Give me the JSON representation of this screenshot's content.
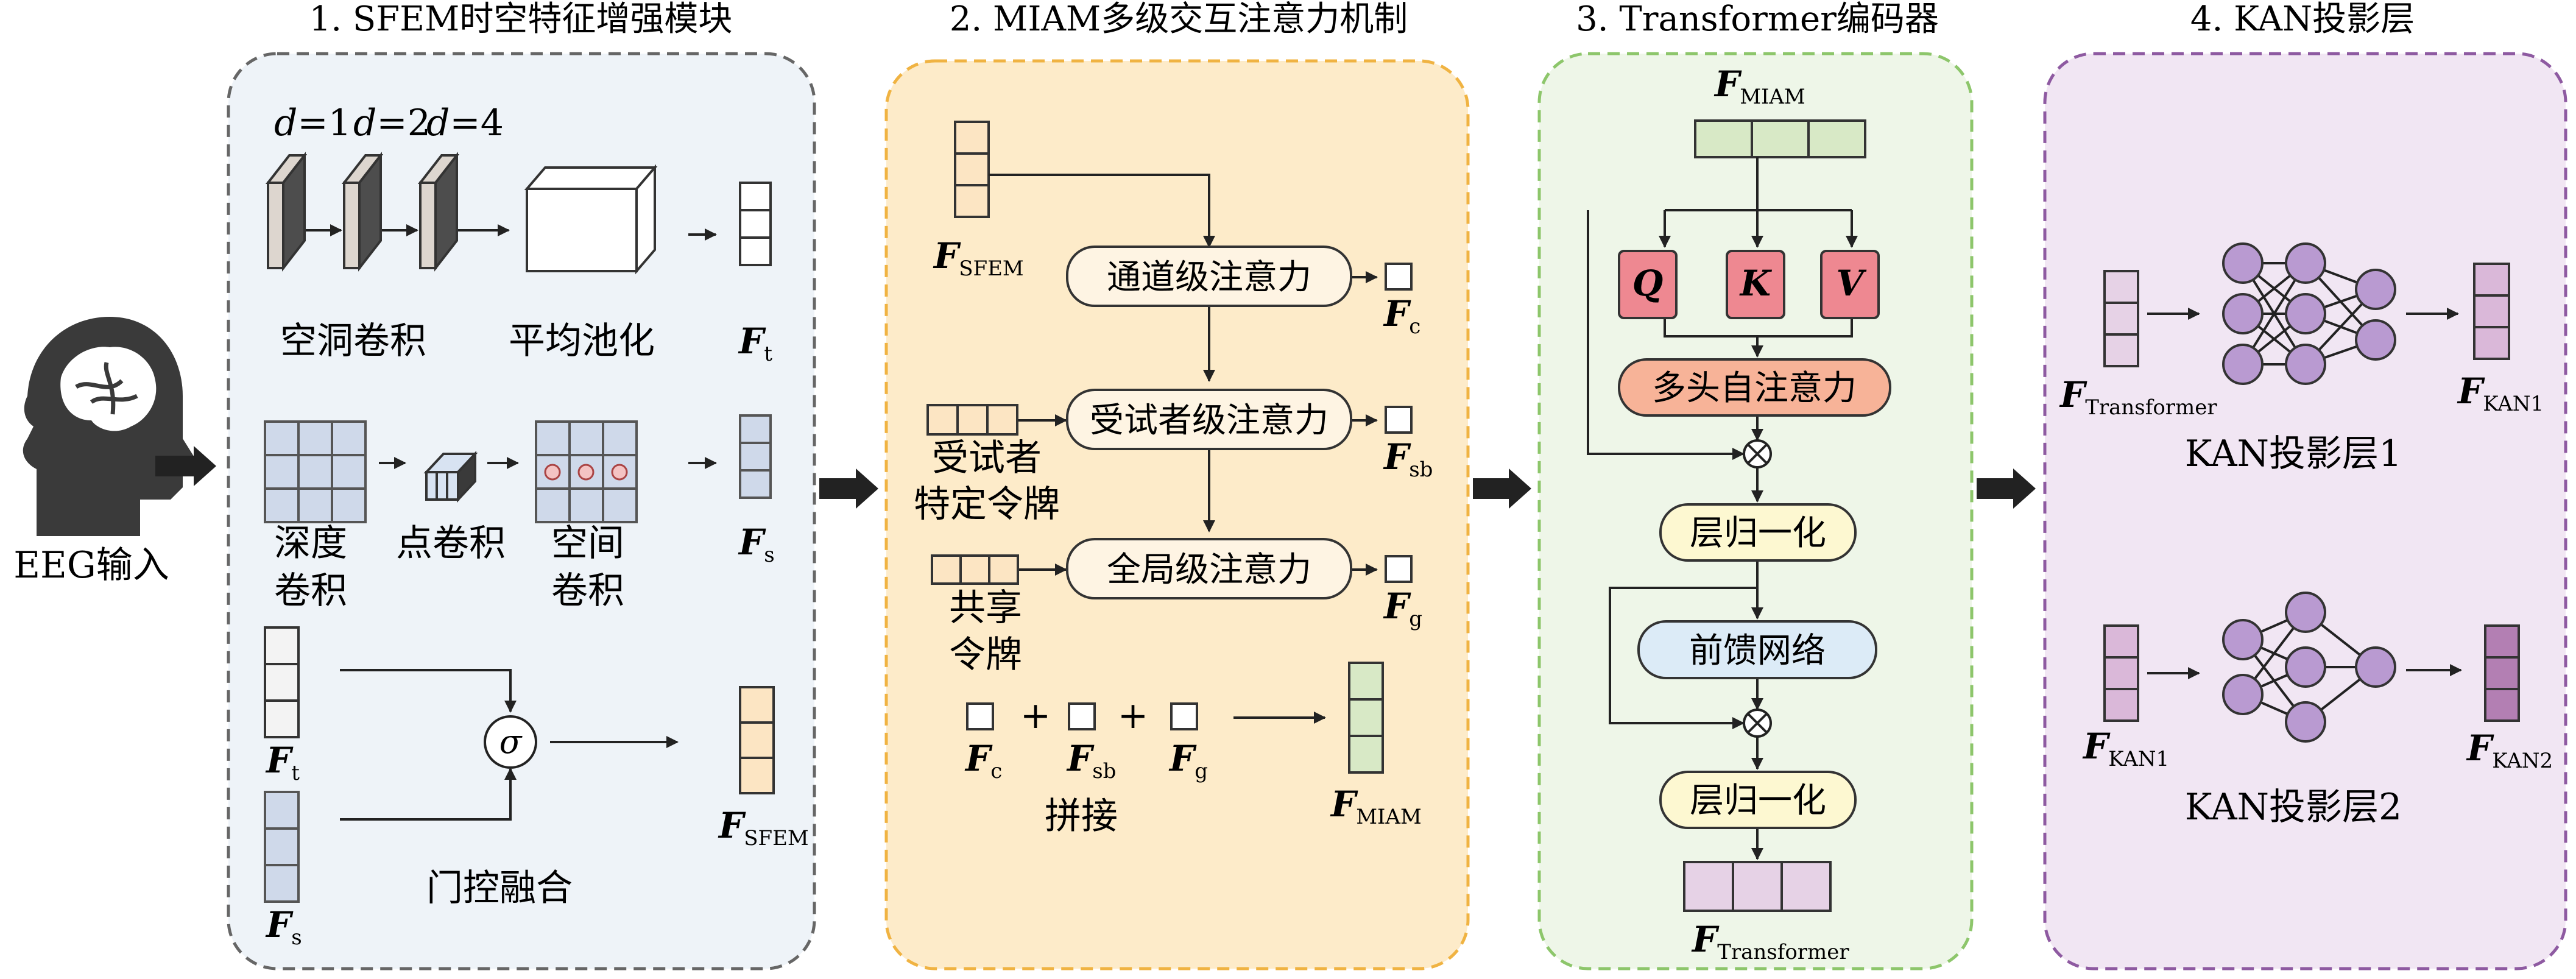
{
  "panels": {
    "p1": {
      "title": "1. SFEM时空特征增强模块",
      "border": "#666666",
      "fill": "#eef3f8"
    },
    "p2": {
      "title": "2. MIAM多级交互注意力机制",
      "border": "#f0b342",
      "fill": "#fdebc9"
    },
    "p3": {
      "title": "3. Transformer编码器",
      "border": "#8dc66b",
      "fill": "#eef6e8"
    },
    "p4": {
      "title": "4. KAN投影层",
      "border": "#8e5aa1",
      "fill": "#f1e6f3"
    }
  },
  "input": {
    "label": "EEG输入",
    "icon": "head-brain-icon"
  },
  "p1": {
    "d1": "=1",
    "d2": "=2",
    "d4": "=4",
    "d": "d",
    "dilated_conv": "空洞卷积",
    "avg_pool": "平均池化",
    "depth_conv_1": "深度",
    "depth_conv_2": "卷积",
    "point_conv": "点卷积",
    "spatial_conv_1": "空间",
    "spatial_conv_2": "卷积",
    "gate_fusion": "门控融合",
    "sigma": "σ"
  },
  "symbols": {
    "F": "F",
    "t": "t",
    "s": "s",
    "SFEM": "SFEM",
    "c": "c",
    "sb": "sb",
    "g": "g",
    "MIAM": "MIAM",
    "Transformer": "Transformer",
    "KAN1": "KAN1",
    "KAN2": "KAN2",
    "Q": "Q",
    "K": "K",
    "V": "V",
    "plus": "+"
  },
  "p2": {
    "channel_att": "通道级注意力",
    "subject_att": "受试者级注意力",
    "global_att": "全局级注意力",
    "subject_token_1": "受试者",
    "subject_token_2": "特定令牌",
    "shared_token_1": "共享",
    "shared_token_2": "令牌",
    "concat": "拼接"
  },
  "p3": {
    "mhsa": "多头自注意力",
    "ln1": "层归一化",
    "ffn": "前馈网络",
    "ln2": "层归一化",
    "otimes": "⊗"
  },
  "p4": {
    "kan1": "KAN投影层1",
    "kan2": "KAN投影层2"
  }
}
